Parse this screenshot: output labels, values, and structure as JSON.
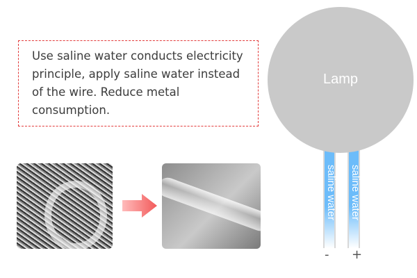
{
  "description_box": {
    "text": "Use saline water conducts electricity principle, apply saline water instead of the wire. Reduce metal consumption."
  },
  "lamp": {
    "label": "Lamp"
  },
  "tubes": [
    {
      "label": "saline water",
      "polarity": "-"
    },
    {
      "label": "saline water",
      "polarity": "+"
    }
  ],
  "colors": {
    "dashed_border": "#e23a3a",
    "lamp": "#c9c9c9",
    "saline": "#6cbcfa",
    "arrow": "#f25a5a"
  }
}
